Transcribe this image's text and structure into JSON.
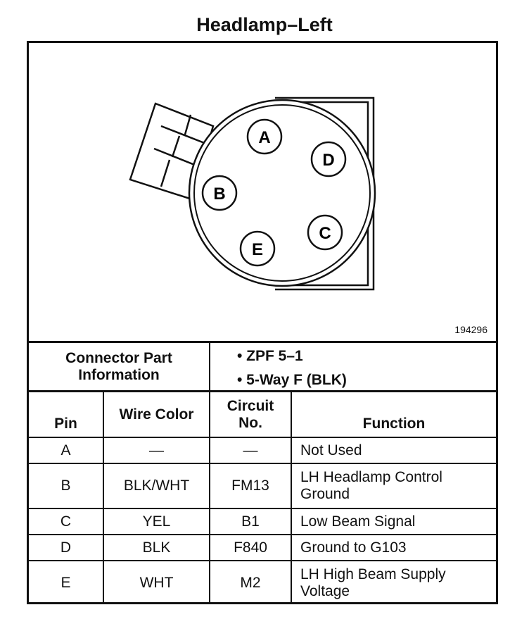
{
  "title": "Headlamp–Left",
  "figure_number": "194296",
  "connector": {
    "pins": [
      {
        "label": "A"
      },
      {
        "label": "D"
      },
      {
        "label": "B"
      },
      {
        "label": "C"
      },
      {
        "label": "E"
      }
    ]
  },
  "connector_info": {
    "label": "Connector Part Information",
    "items": [
      "• ZPF 5–1",
      "• 5-Way F (BLK)"
    ]
  },
  "table": {
    "headers": {
      "pin": "Pin",
      "wire_color": "Wire Color",
      "circuit_no": "Circuit No.",
      "function": "Function"
    },
    "rows": [
      {
        "pin": "A",
        "wire_color": "—",
        "circuit": "—",
        "function": "Not Used"
      },
      {
        "pin": "B",
        "wire_color": "BLK/WHT",
        "circuit": "FM13",
        "function": "LH Headlamp Control Ground"
      },
      {
        "pin": "C",
        "wire_color": "YEL",
        "circuit": "B1",
        "function": "Low Beam Signal"
      },
      {
        "pin": "D",
        "wire_color": "BLK",
        "circuit": "F840",
        "function": "Ground to G103"
      },
      {
        "pin": "E",
        "wire_color": "WHT",
        "circuit": "M2",
        "function": "LH High Beam Supply Voltage"
      }
    ]
  }
}
